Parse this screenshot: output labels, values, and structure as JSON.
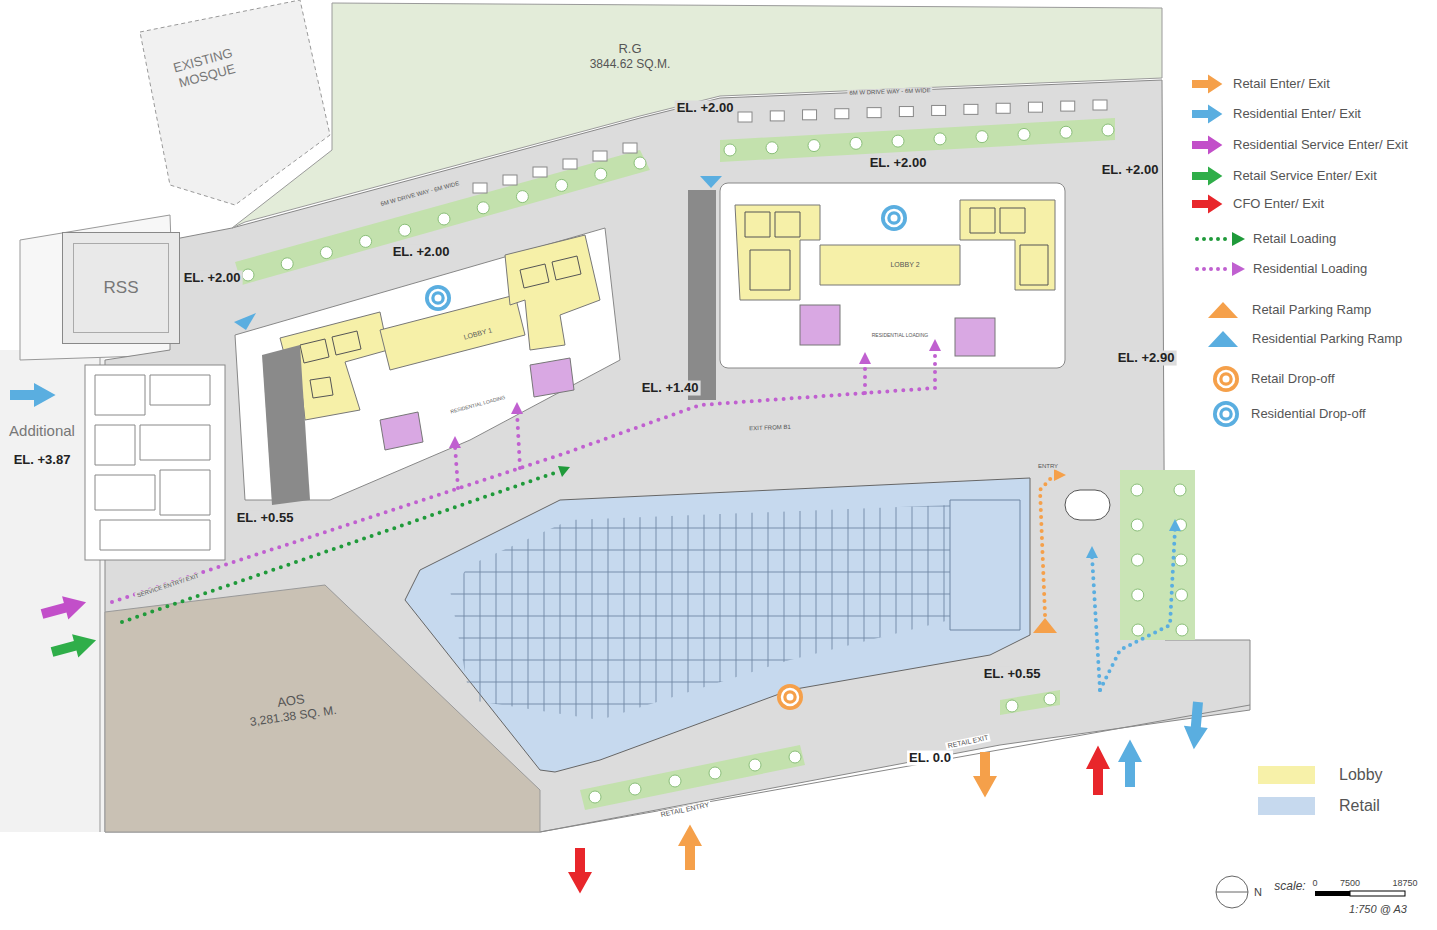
{
  "diagram": {
    "nodes": [
      {
        "text": [
          "EXISTING MOSQUE"
        ]
      },
      {
        "text": [
          "R.G",
          "3844.62 SQ.M."
        ]
      },
      {
        "text": [
          "RSS"
        ]
      },
      {
        "text": [
          "AOS",
          "3,281.38 SQ. M."
        ]
      }
    ],
    "labels": [
      "EL. +2.00",
      "EL. +2.00",
      "EL. +2.00",
      "EL. +2.00",
      "EL. +2.00",
      "EL. +1.40",
      "EL. +2.90",
      "EL. +0.55",
      "EL. +0.55",
      "EL. 0.0",
      "Additional",
      "EL. +3.87",
      "LOBBY 1",
      "LOBBY 2",
      "6M W DRIVE WAY - 6M WIDE",
      "6M W DRIVE WAY - 6M WIDE",
      "RESIDENTIAL LOADING",
      "RESIDENTIAL LOADING",
      "EXIT FROM B1",
      "SERVICE ENTRY/ EXIT",
      "RETAIL ENTRY",
      "RETAIL EXIT",
      "ENTRY",
      "N",
      "scale:",
      "0",
      "7500",
      "18750",
      "1:750 @ A3"
    ],
    "legend": [
      {
        "text": "Retail Enter/ Exit"
      },
      {
        "text": "Residential Enter/ Exit"
      },
      {
        "text": "Residential Service Enter/ Exit"
      },
      {
        "text": "Retail Service Enter/ Exit"
      },
      {
        "text": "CFO Enter/ Exit"
      },
      {
        "text": "Retail Loading"
      },
      {
        "text": "Residential Loading"
      },
      {
        "text": "Retail Parking Ramp"
      },
      {
        "text": "Residential Parking Ramp"
      },
      {
        "text": "Retail Drop-off"
      },
      {
        "text": "Residential Drop-off"
      },
      {
        "text": "Lobby",
        "color": "#f7f1a9"
      },
      {
        "text": "Retail",
        "color": "#c6d9ee"
      }
    ]
  }
}
